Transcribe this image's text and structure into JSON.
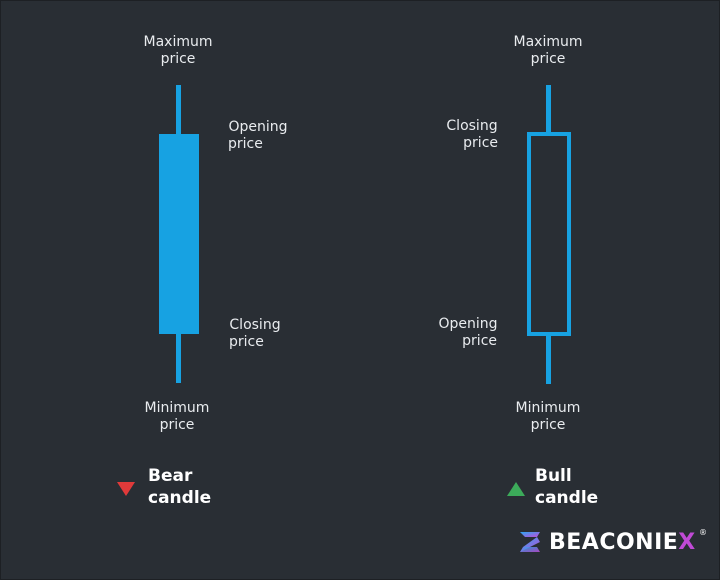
{
  "colors": {
    "background": "#292e34",
    "candle": "#17a2e2",
    "text": "#e9ecef",
    "bear_indicator": "#e03a3a",
    "bull_indicator": "#3cab5a",
    "logo_gradient_start": "#2aa9f3",
    "logo_gradient_end": "#c04ad6"
  },
  "bear_candle": {
    "max_label": [
      "Maximum",
      "price"
    ],
    "open_label": [
      "Opening",
      "price"
    ],
    "close_label": [
      "Closing",
      "price"
    ],
    "min_label": [
      "Minimum",
      "price"
    ],
    "legend": [
      "Bear",
      "candle"
    ],
    "indicator_icon": "triangle-down-icon"
  },
  "bull_candle": {
    "max_label": [
      "Maximum",
      "price"
    ],
    "close_label": [
      "Closing",
      "price"
    ],
    "open_label": [
      "Opening",
      "price"
    ],
    "min_label": [
      "Minimum",
      "price"
    ],
    "legend": [
      "Bull",
      "candle"
    ],
    "indicator_icon": "triangle-up-icon"
  },
  "logo": {
    "text": "BEACONIEX",
    "registered": "®",
    "icon": "beaconiex-logo-icon"
  }
}
